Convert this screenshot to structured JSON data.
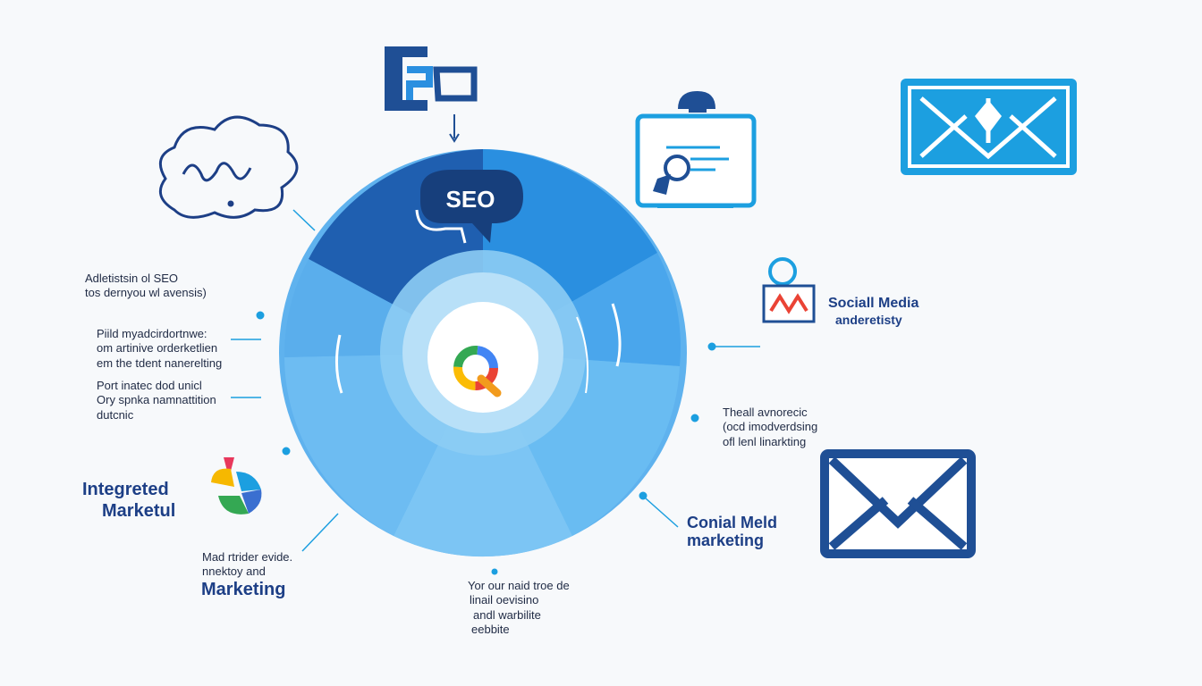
{
  "colors": {
    "dark_blue": "#1f4f95",
    "mid_blue": "#3a8fd8",
    "light_blue": "#7cc0f0",
    "accent_cyan": "#1c9fe0",
    "text_dark": "#1f2a44",
    "text_title": "#1d3f86"
  },
  "center": {
    "bubble_text": "SEO"
  },
  "labels": {
    "left_1": [
      "Adletistsin ol SEO",
      "tos dernyou wl avensis)"
    ],
    "left_2": [
      "Piild myadcirdortnwe:",
      "om artinive orderketlien",
      "em the tdent nanerelting"
    ],
    "left_3": [
      "Port inatec dod unicl",
      "Ory spnka namnattition",
      "dutcnic"
    ],
    "integrated": [
      "Integreted",
      "Marketul"
    ],
    "marketing_block": [
      "Mad rtrider evide.",
      "nnektoy and"
    ],
    "marketing_title": "Marketing",
    "bottom_center": [
      "Yor our naid troe de",
      "linail oevisino",
      "andl warbilite",
      "eebbite"
    ],
    "right_social": [
      "Sociall Media",
      "anderetisty"
    ],
    "right_email": [
      "Theall avnorecic",
      "(ocd imodverdsing",
      "ofl lenl linarkting"
    ],
    "right_conial": [
      "Conial Meld",
      "marketing"
    ]
  },
  "icons": [
    "brain-cloud-icon",
    "brand-logo-icon",
    "clipboard-icon",
    "network-banner-icon",
    "person-frame-icon",
    "email-envelope-icon",
    "color-wheel-icon",
    "google-q-icon"
  ]
}
